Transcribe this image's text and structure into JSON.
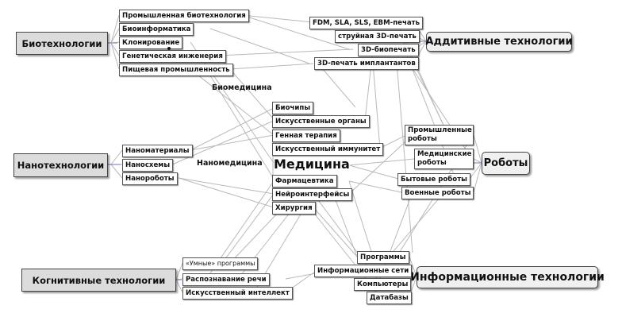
{
  "center": "Медицина",
  "hubs": {
    "biotech": "Биотехнологии",
    "nano": "Нанотехнологии",
    "cognitive": "Когнитивные технологии",
    "additive": "Аддитивные технологии",
    "robots": "Роботы",
    "it": "Информационные технологии"
  },
  "biotech_items": [
    "Промышленная биотехнология",
    "Биоинформатика",
    "Клонирование",
    "Генетическая инженерия",
    "Пищевая промышленность"
  ],
  "additive_items": [
    "FDM, SLA, SLS, EBM-печать",
    "струйная 3D-печать",
    "3D-биопечать",
    "3D-печать имплантантов"
  ],
  "nano_items": [
    "Наноматериалы",
    "Наносхемы",
    "Нанороботы"
  ],
  "medicine_items": [
    "Биочипы",
    "Искусственные органы",
    "Генная терапия",
    "Искусственный иммунитет",
    "Фармацевтика",
    "Нейроинтерфейсы",
    "Хирургия"
  ],
  "robot_items": [
    "Промышленные роботы",
    "Медицинские роботы",
    "Бытовые роботы",
    "Военные роботы"
  ],
  "cognitive_items": [
    "«Умные» программы",
    "Распознавание речи",
    "Искусственный интеллект"
  ],
  "it_items": [
    "Программы",
    "Информационные сети",
    "Компьютеры",
    "Датабазы"
  ],
  "labels": {
    "biomedicine": "Биомедицина",
    "nanomedicine": "Наномедицина"
  }
}
